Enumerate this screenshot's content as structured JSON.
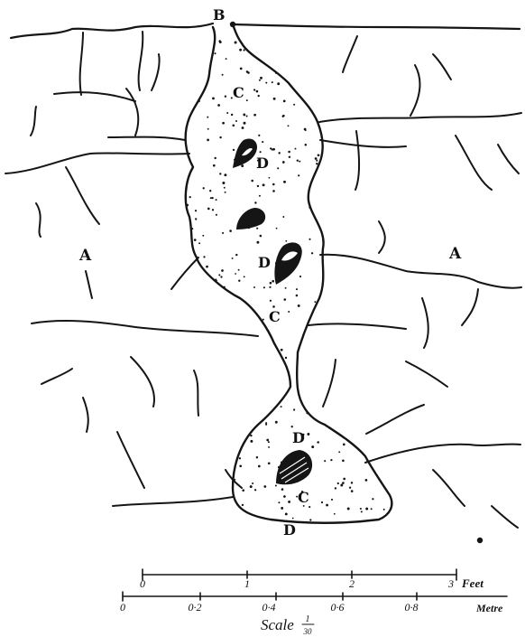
{
  "labels": {
    "rock_left": "A",
    "rock_right": "A",
    "top": "B",
    "c_upper": "C",
    "c_middle": "C",
    "c_lower": "C",
    "d_upper": "D",
    "d_middle": "D",
    "d_lower_top": "D",
    "d_bottom": "D"
  },
  "scale": {
    "feet": {
      "unit_label": "Feet",
      "ticks": [
        "0",
        "1",
        "2",
        "3"
      ]
    },
    "metre": {
      "unit_label": "Metre",
      "ticks": [
        "0",
        "0·2",
        "0·4",
        "0·6",
        "0·8"
      ]
    },
    "caption_word": "Scale",
    "caption_numerator": "1",
    "caption_denominator": "30"
  },
  "colors": {
    "ink": "#151515",
    "paper": "#ffffff"
  }
}
